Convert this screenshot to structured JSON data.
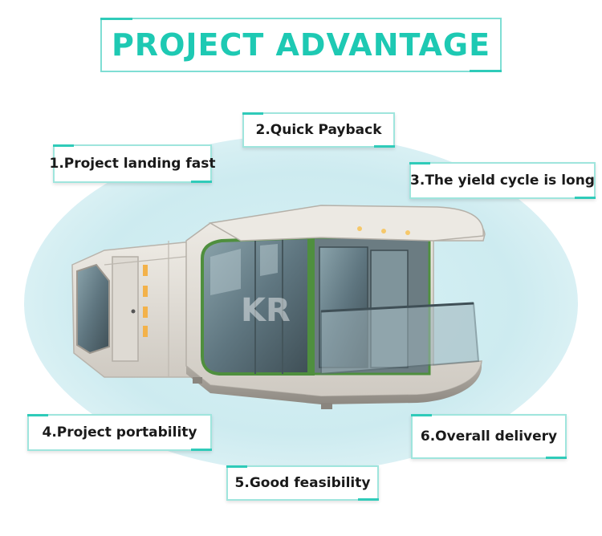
{
  "title": "PROJECT ADVANTAGE",
  "advantages": [
    "1.Project landing fast",
    "2.Quick Payback",
    "3.The yield cycle is long",
    "4.Project portability",
    "5.Good feasibility",
    "6.Overall delivery"
  ],
  "watermark": "KR",
  "colors": {
    "accent": "#1ec9b3",
    "frame_green": "#4f8f3e",
    "shell": "#e3dfd8"
  }
}
